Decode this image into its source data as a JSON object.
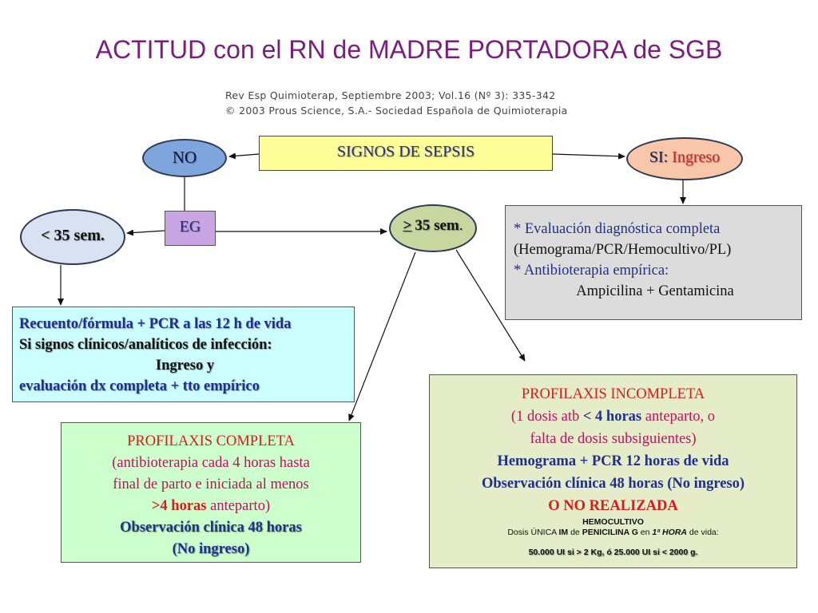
{
  "title": "ACTITUD con el RN de MADRE PORTADORA de SGB",
  "reference": {
    "line1": "Rev Esp Quimioterap, Septiembre 2003; Vol.16 (Nº 3): 335-342",
    "line2": "© 2003 Prous Science, S.A.- Sociedad Española de Quimioterapia"
  },
  "signos": "SIGNOS DE SEPSIS",
  "no": "NO",
  "si": {
    "label": "SI:",
    "ingreso": "Ingreso"
  },
  "eg": "EG",
  "lt35": "< 35 sem.",
  "gt35": {
    "symbol": ">",
    "value": "35 sem",
    "dot": "."
  },
  "evaluacion": {
    "line1": "* Evaluación diagnóstica completa",
    "line2": "(Hemograma/PCR/Hemocultivo/PL)",
    "line3": "* Antibioterapia empírica:",
    "line4": "Ampicilina + Gentamicina"
  },
  "recuento": {
    "line1": "Recuento/fórmula + PCR a las 12 h de vida",
    "line2": "Si signos clínicos/analíticos de infección:",
    "line3": "Ingreso y",
    "line4": "evaluación dx completa + tto empírico"
  },
  "completa": {
    "title": "PROFILAXIS COMPLETA",
    "line1": "(antibioterapia cada 4 horas hasta",
    "line2": "final de parto e iniciada al menos",
    "line3_bold": ">4 horas",
    "line3_rest": " anteparto)",
    "line4": "Observación clínica 48 horas",
    "line5": "(No ingreso)"
  },
  "incompleta": {
    "title": "PROFILAXIS INCOMPLETA",
    "line1_a": "(1 dosis atb ",
    "line1_bold": "< 4 horas",
    "line1_b": " anteparto, o",
    "line2": "falta de dosis subsiguientes)",
    "line3": "Hemograma + PCR 12 horas de vida",
    "line4": "Observación clínica 48 horas (No ingreso)",
    "line5": "O NO REALIZADA",
    "hemocultivo": "HEMOCULTIVO",
    "dosis_a": "Dosis ÚNICA ",
    "dosis_im": "IM",
    "dosis_de": " de ",
    "dosis_pen": "PENICILINA G",
    "dosis_en": " en ",
    "dosis_hora": "1ª HORA",
    "dosis_vida": " de vida:",
    "dosis_values": "50.000 UI si > 2 Kg, ó  25.000 UI si < 2000 g."
  },
  "colors": {
    "title": "#7a1e7e",
    "navy": "#1f2f8c",
    "red": "#d81c1c",
    "signos_bg": "#ffff99",
    "no_bg": "#7ea6dd",
    "si_bg": "#f8c6a9",
    "eg_bg": "#c9a6e3",
    "lt35_bg": "#d8e2f1",
    "gt35_bg": "#c8d6a0",
    "eval_bg": "#dcdcdc",
    "recuento_bg": "#ccffff",
    "completa_bg": "#ccffcc",
    "incompleta_bg": "#e4ecc8"
  }
}
